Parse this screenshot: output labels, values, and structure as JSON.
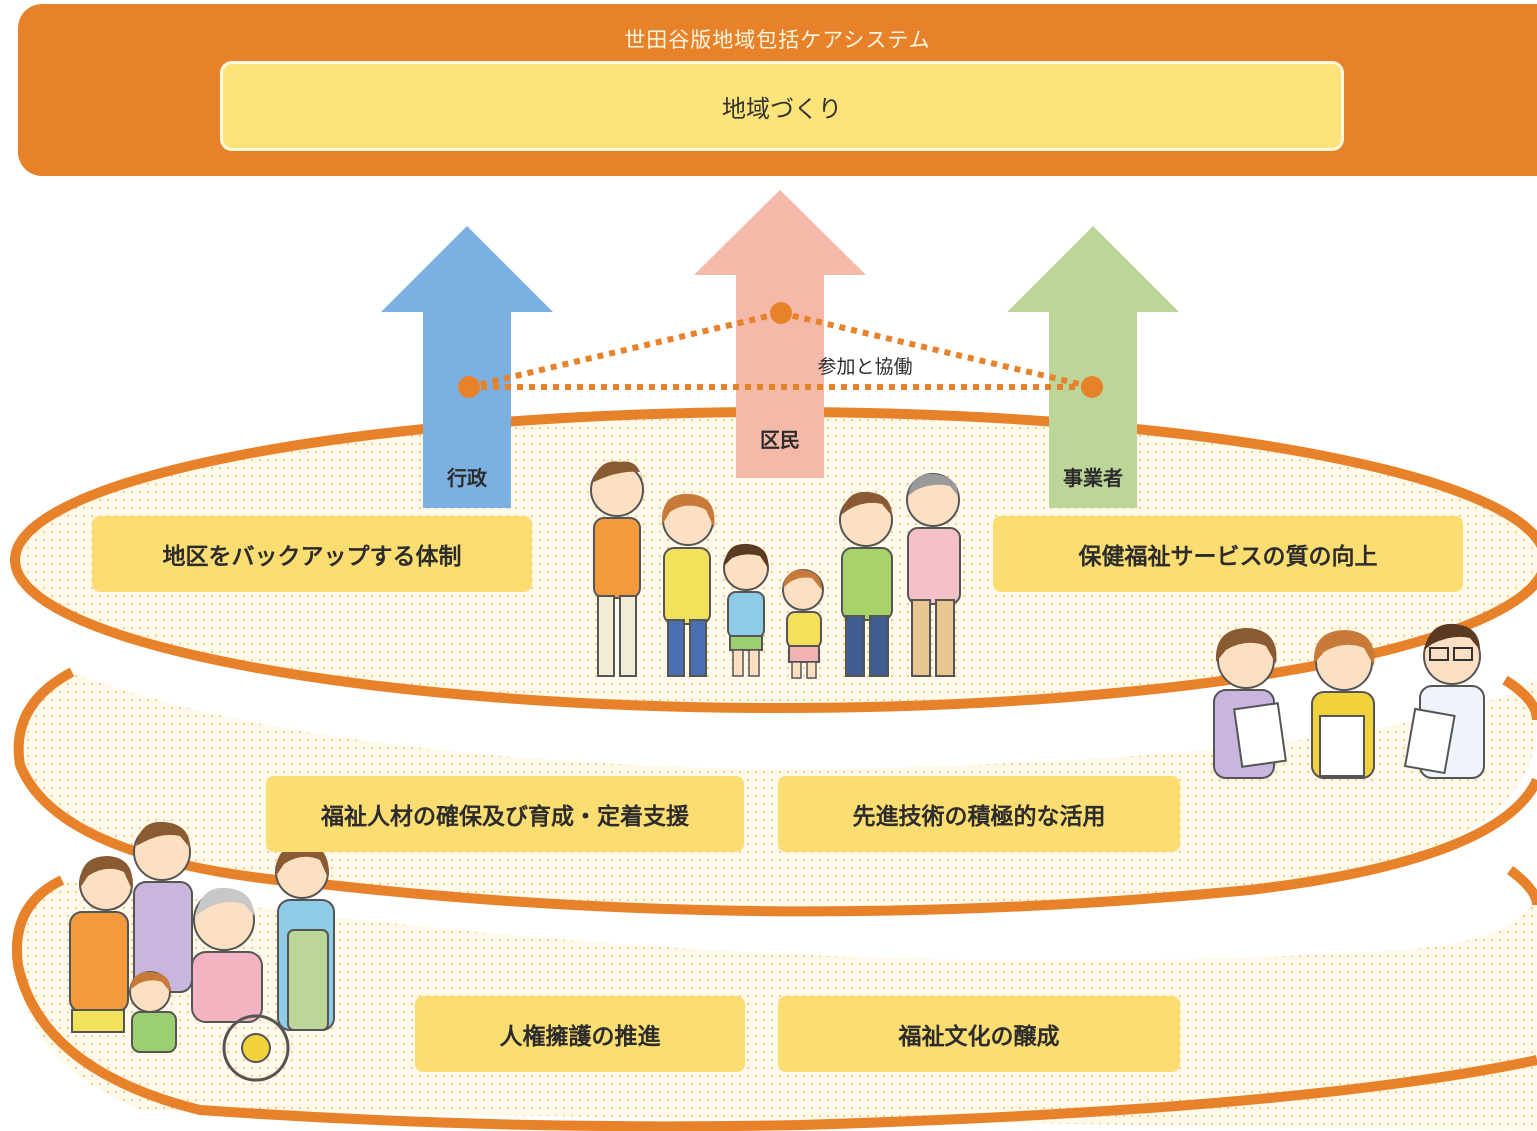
{
  "system_title": "世田谷版地域包括ケアシステム",
  "goal": "地域づくり",
  "actors": {
    "admin": "行政",
    "residents": "区民",
    "business": "事業者",
    "link": "参加と協働"
  },
  "layers": {
    "top": {
      "left": "地区をバックアップする体制",
      "right": "保健福祉サービスの質の向上"
    },
    "middle": {
      "left": "福祉人材の確保及び育成・定着支援",
      "right": "先進技術の積極的な活用"
    },
    "bottom": {
      "left": "人権擁護の推進",
      "right": "福祉文化の醸成"
    }
  },
  "colors": {
    "orange": "#e8822a",
    "cream": "#fde47a",
    "arrow_admin": "#7cb0e0",
    "arrow_residents": "#f4b9a8",
    "arrow_business": "#bcd69a"
  },
  "illustrations": [
    "family-group",
    "care-staff-group",
    "wheelchair-care-group"
  ]
}
